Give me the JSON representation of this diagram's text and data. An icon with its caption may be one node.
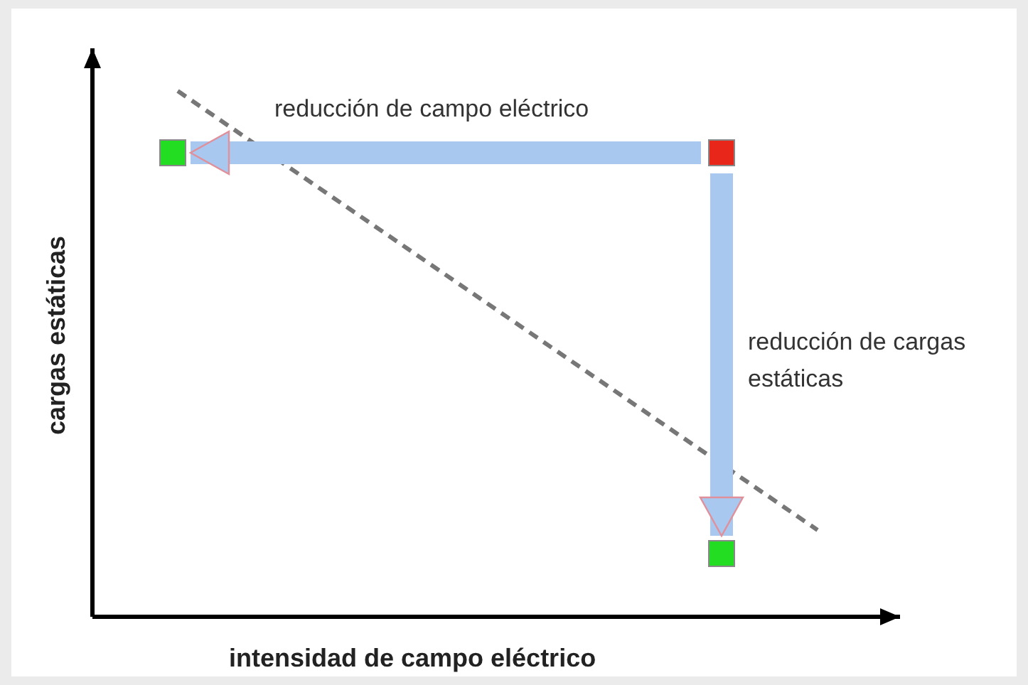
{
  "diagram": {
    "nodes": [
      {
        "text": [],
        "shape": "box"
      },
      {
        "text": [],
        "shape": "box"
      },
      {
        "text": [],
        "shape": "box"
      }
    ],
    "edges": [
      {
        "from": 1,
        "to": 0,
        "arrow": "to",
        "label": "reducción de campo eléctrico"
      },
      {
        "from": 1,
        "to": 2,
        "arrow": "to",
        "label": "reducción de cargas estáticas"
      }
    ],
    "labels": [
      "cargas estáticas",
      "intensidad de campo eléctrico"
    ]
  }
}
